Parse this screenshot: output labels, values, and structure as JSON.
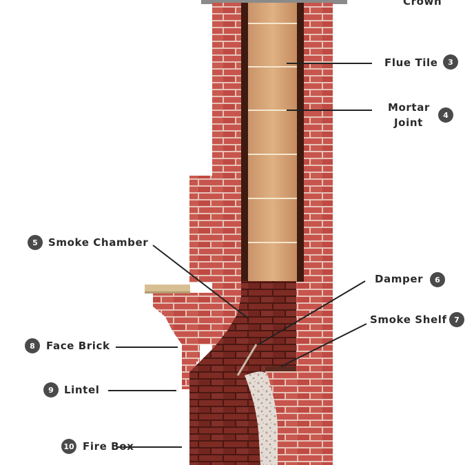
{
  "colors": {
    "brick": "#c2504a",
    "brick_dark": "#7a2a22",
    "mortar": "#e8c7bd",
    "flue_tile": "#d9a87a",
    "label_text": "#2a2a2a",
    "badge": "#4a4a4a"
  },
  "labels": {
    "crown": {
      "text": "Crown"
    },
    "flue_tile": {
      "text": "Flue Tile",
      "number": "3"
    },
    "mortar_joint": {
      "line1": "Mortar",
      "line2": "Joint",
      "number": "4"
    },
    "smoke_chamber": {
      "text": "Smoke Chamber",
      "number": "5"
    },
    "damper": {
      "text": "Damper",
      "number": "6"
    },
    "smoke_shelf": {
      "text": "Smoke Shelf",
      "number": "7"
    },
    "face_brick": {
      "text": "Face Brick",
      "number": "8"
    },
    "lintel": {
      "text": "Lintel",
      "number": "9"
    },
    "fire_box": {
      "text": "Fire Box",
      "number": "10"
    }
  }
}
